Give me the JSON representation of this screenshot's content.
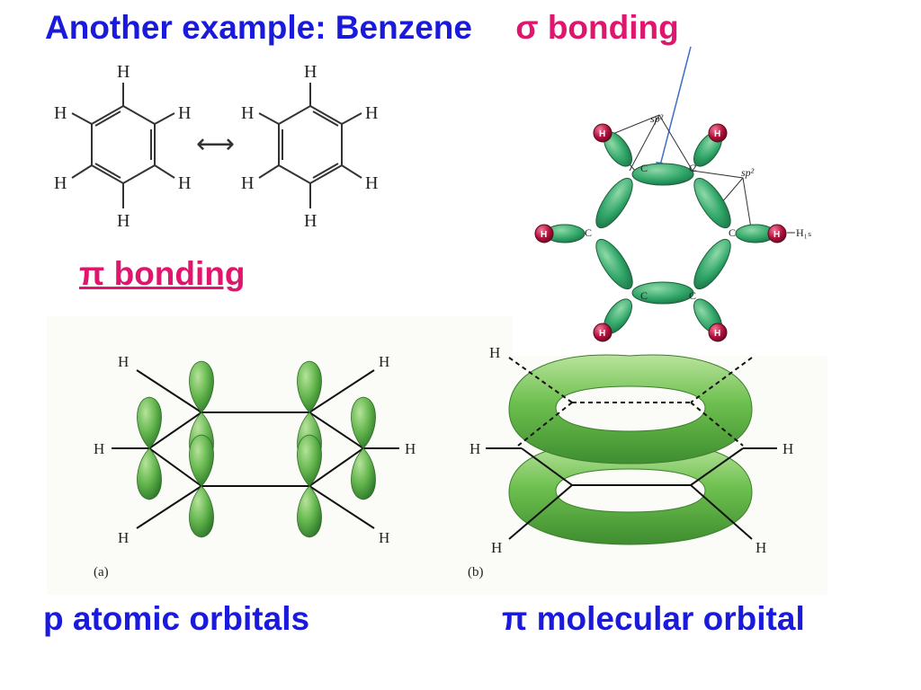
{
  "title": {
    "text": "Another example: Benzene",
    "sigma": "σ bonding"
  },
  "pi_heading": "π bonding",
  "captions": {
    "left": "p atomic orbitals",
    "right": "π molecular orbital"
  },
  "resonance": {
    "atom": "H",
    "arrow": "⟷"
  },
  "sigma_diagram": {
    "hybrid_label": "sp²",
    "carbon": "C",
    "hydrogen": "H",
    "h1s": "H₁ₛ"
  },
  "panels": {
    "a_label": "(a)",
    "b_label": "(b)",
    "atom": "H"
  },
  "colors": {
    "title_blue": "#1a1adc",
    "accent_magenta": "#e0166e",
    "orbital_green": "#5fb04a",
    "hydrogen_red": "#b0103c"
  }
}
